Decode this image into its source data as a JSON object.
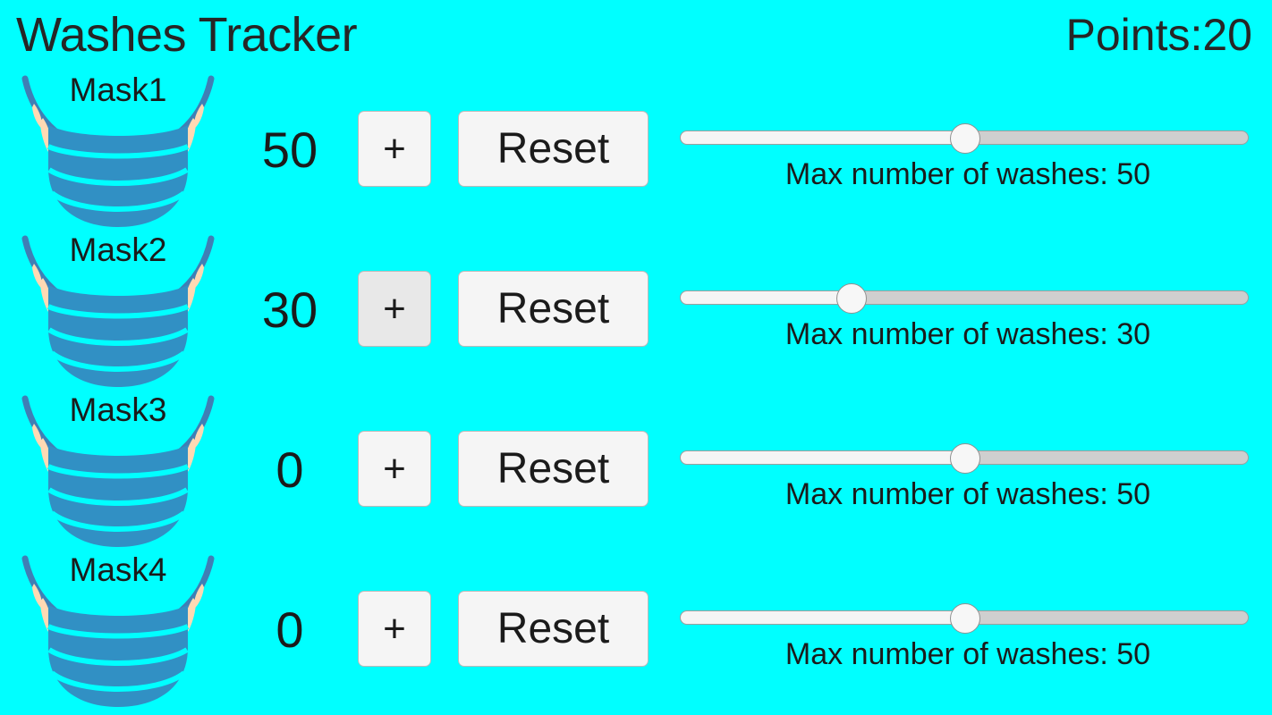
{
  "header": {
    "title": "Washes Tracker",
    "points_label": "Points:20"
  },
  "colors": {
    "background": "#00ffff",
    "mask_body": "#3190c4",
    "mask_strap": "#3f7fb5",
    "mask_ear": "#ffd9b3",
    "button_face": "#f5f5f5",
    "button_face_active": "#e8e8e8",
    "text": "#1b1b1b"
  },
  "controls": {
    "plus_label": "+",
    "reset_label": "Reset",
    "slider_min": 0,
    "slider_max": 100,
    "caption_prefix": "Max number of washes: "
  },
  "rows": [
    {
      "name": "Mask1",
      "count": "50",
      "plus_label": "+",
      "reset_label": "Reset",
      "max_washes": 50,
      "slider_value": 50,
      "caption": "Max number of washes: 50",
      "plus_active": false
    },
    {
      "name": "Mask2",
      "count": "30",
      "plus_label": "+",
      "reset_label": "Reset",
      "max_washes": 30,
      "slider_value": 30,
      "caption": "Max number of washes: 30",
      "plus_active": true
    },
    {
      "name": "Mask3",
      "count": "0",
      "plus_label": "+",
      "reset_label": "Reset",
      "max_washes": 50,
      "slider_value": 50,
      "caption": "Max number of washes: 50",
      "plus_active": false
    },
    {
      "name": "Mask4",
      "count": "0",
      "plus_label": "+",
      "reset_label": "Reset",
      "max_washes": 50,
      "slider_value": 50,
      "caption": "Max number of washes: 50",
      "plus_active": false
    }
  ]
}
